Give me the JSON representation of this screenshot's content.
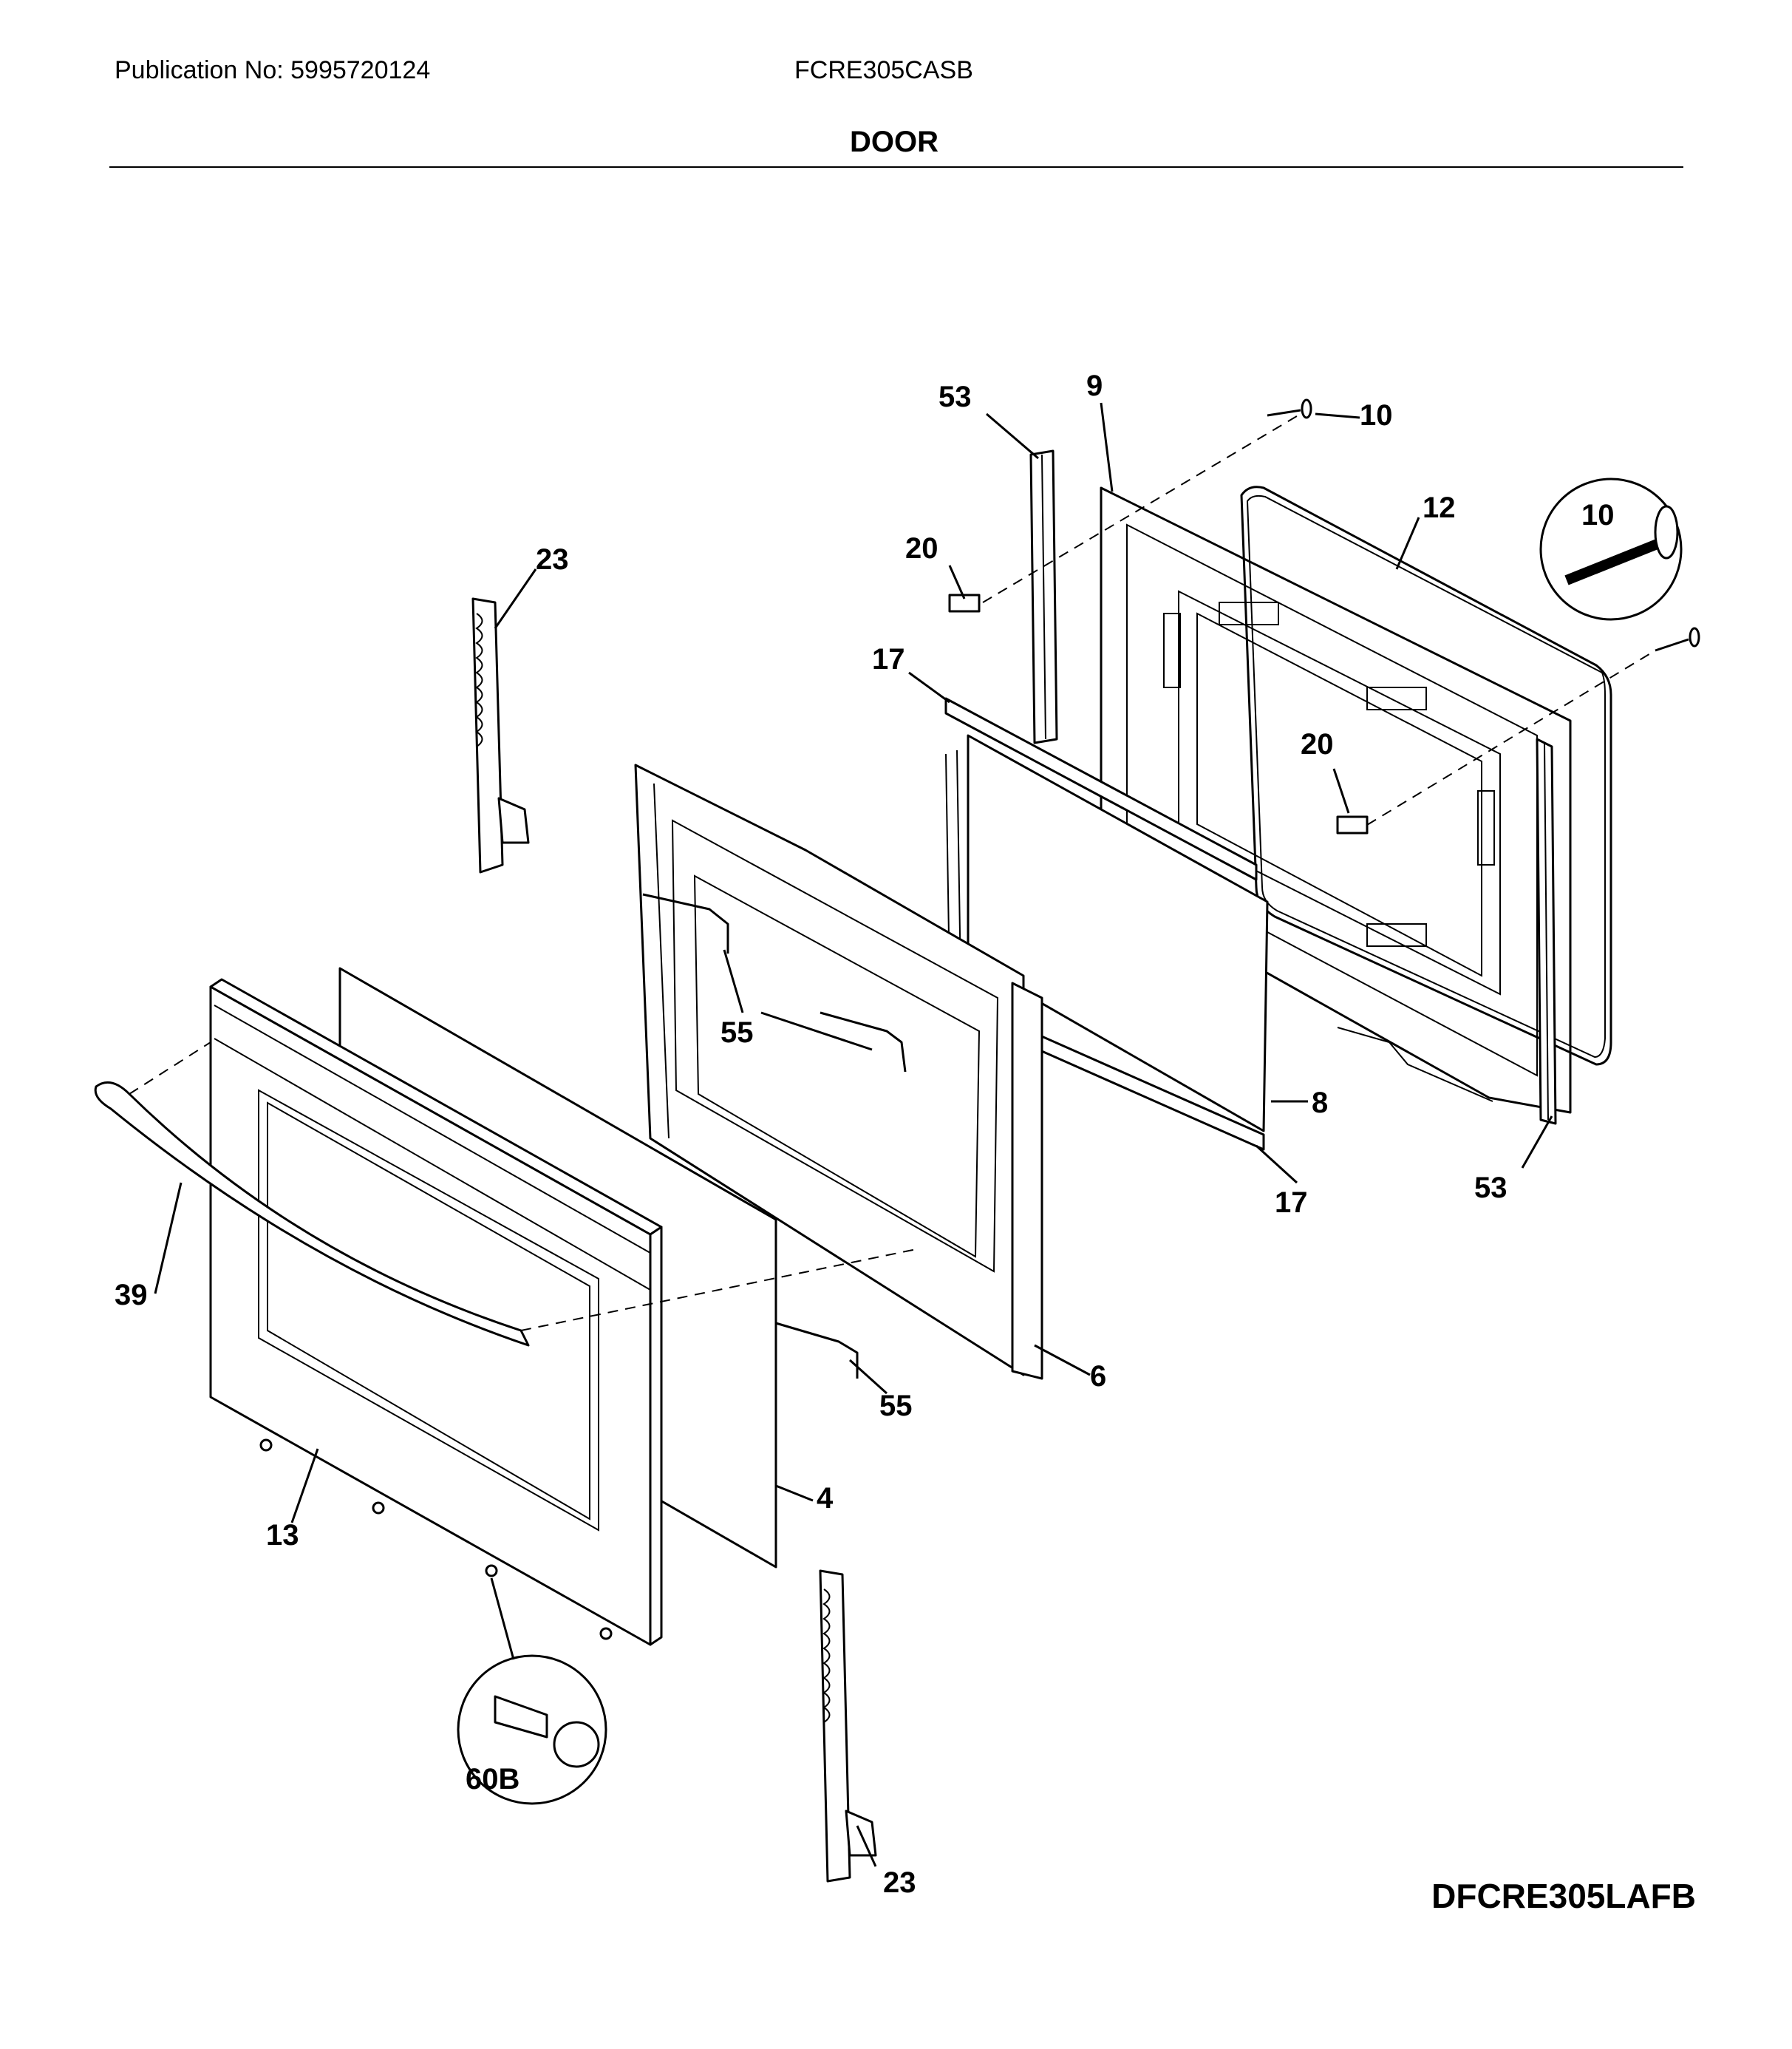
{
  "header": {
    "publication": "Publication No: 5995720124",
    "model": "FCRE305CASB",
    "section_title": "DOOR"
  },
  "footer": {
    "diagram_code": "DFCRE305LAFB"
  },
  "callouts": {
    "c53a": "53",
    "c9": "9",
    "c10a": "10",
    "c10b": "10",
    "c12": "12",
    "c20a": "20",
    "c20b": "20",
    "c23a": "23",
    "c23b": "23",
    "c17a": "17",
    "c17b": "17",
    "c55a": "55",
    "c55b": "55",
    "c8": "8",
    "c53b": "53",
    "c39": "39",
    "c6": "6",
    "c4": "4",
    "c13": "13",
    "c60b": "60B"
  }
}
